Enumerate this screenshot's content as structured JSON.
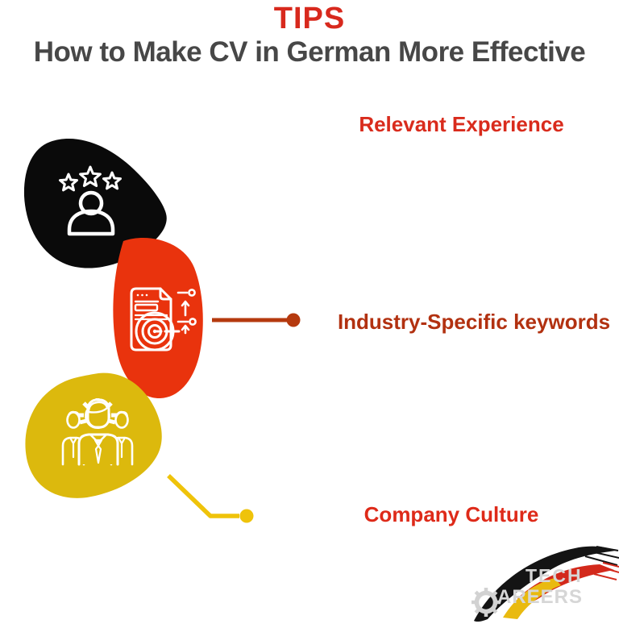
{
  "header": {
    "title": "TIPS",
    "subtitle": "How to Make CV in German More Effective",
    "title_color": "#d8291d",
    "subtitle_color": "#474747"
  },
  "tips": [
    {
      "label": "Relevant Experience",
      "label_color": "#d92b1c",
      "blob_color": "#0a0a0a",
      "icon": "person-with-stars-icon",
      "connector_color": null
    },
    {
      "label": "Industry-Specific keywords",
      "label_color": "#b23110",
      "blob_color": "#e9330d",
      "icon": "document-target-keywords-icon",
      "connector_color": "#b5390e"
    },
    {
      "label": "Company Culture",
      "label_color": "#de2a19",
      "blob_color": "#dcb90d",
      "icon": "team-gear-icon",
      "connector_color": "#efc30a"
    }
  ],
  "logo": {
    "brand": "TECH CAREERS",
    "text_top": "TECH",
    "text_bottom": "AREERS",
    "gear_icon": "gear-icon",
    "text_color": "#d6d6d6",
    "brush_colors": [
      "#141414",
      "#d3291b",
      "#e9ba10"
    ]
  }
}
